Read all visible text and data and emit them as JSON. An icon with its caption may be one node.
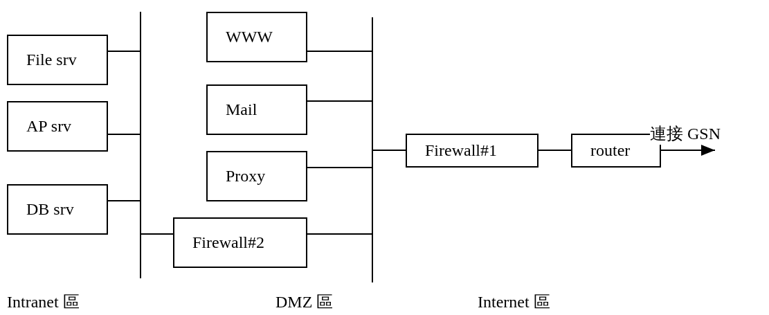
{
  "diagram": {
    "nodes": [
      {
        "text": [],
        "shape": "bar"
      },
      {
        "text": [
          "File srv"
        ]
      },
      {
        "text": [
          "AP srv"
        ]
      },
      {
        "text": [
          "DB srv"
        ]
      },
      {
        "text": [],
        "shape": "bar"
      },
      {
        "text": [
          "WWW"
        ]
      },
      {
        "text": [
          "Mail"
        ]
      },
      {
        "text": [
          "Proxy"
        ]
      },
      {
        "text": [
          "Firewall#2"
        ]
      },
      {
        "text": [
          "Firewall#1"
        ]
      },
      {
        "text": [
          "router"
        ]
      }
    ],
    "edges": [
      {
        "from": 1,
        "to": 0,
        "arrow": "none"
      },
      {
        "from": 2,
        "to": 0,
        "arrow": "none"
      },
      {
        "from": 3,
        "to": 0,
        "arrow": "none"
      },
      {
        "from": 0,
        "to": 8,
        "arrow": "none"
      },
      {
        "from": 8,
        "to": 4,
        "arrow": "none"
      },
      {
        "from": 5,
        "to": 4,
        "arrow": "none"
      },
      {
        "from": 6,
        "to": 4,
        "arrow": "none"
      },
      {
        "from": 7,
        "to": 4,
        "arrow": "none"
      },
      {
        "from": 4,
        "to": 9,
        "arrow": "none"
      },
      {
        "from": 9,
        "to": 10,
        "arrow": "none"
      },
      {
        "from": 10,
        "to": null,
        "arrow": "to",
        "label": "連接 GSN"
      }
    ],
    "labels": [
      "Intranet 區",
      "DMZ 區",
      "Internet 區"
    ]
  }
}
